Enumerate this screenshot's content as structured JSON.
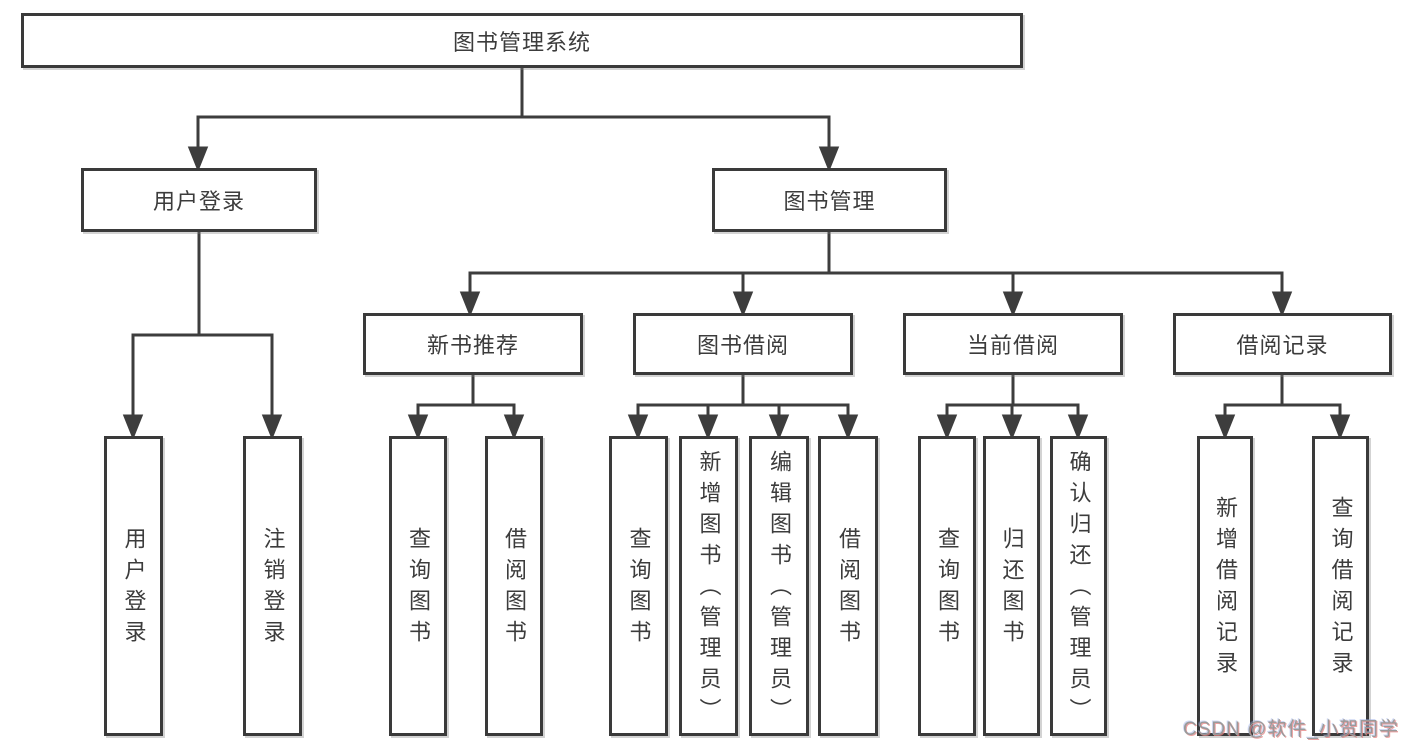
{
  "diagram": {
    "type": "tree",
    "title": "图书管理系统",
    "colors": {
      "border": "#3a3a3a",
      "line": "#3d3d3d",
      "text": "#3c3c3c",
      "background": "#ffffff",
      "watermark_gray": "#9a9a9a"
    },
    "edges": [
      [
        "图书管理系统",
        "用户登录"
      ],
      [
        "图书管理系统",
        "图书管理"
      ],
      [
        "用户登录",
        "用户登录(叶)"
      ],
      [
        "用户登录",
        "注销登录"
      ],
      [
        "图书管理",
        "新书推荐"
      ],
      [
        "图书管理",
        "图书借阅"
      ],
      [
        "图书管理",
        "当前借阅"
      ],
      [
        "图书管理",
        "借阅记录"
      ],
      [
        "新书推荐",
        "查询图书"
      ],
      [
        "新书推荐",
        "借阅图书"
      ],
      [
        "图书借阅",
        "查询图书"
      ],
      [
        "图书借阅",
        "新增图书（管理员）"
      ],
      [
        "图书借阅",
        "编辑图书（管理员）"
      ],
      [
        "图书借阅",
        "借阅图书"
      ],
      [
        "当前借阅",
        "查询图书"
      ],
      [
        "当前借阅",
        "归还图书"
      ],
      [
        "当前借阅",
        "确认归还（管理员）"
      ],
      [
        "借阅记录",
        "新增借阅记录"
      ],
      [
        "借阅记录",
        "查询借阅记录"
      ]
    ]
  },
  "nodes": {
    "root": {
      "label": "图书管理系统"
    },
    "user_login": {
      "label": "用户登录"
    },
    "book_mgmt": {
      "label": "图书管理"
    },
    "new_book_rec": {
      "label": "新书推荐"
    },
    "book_borrow": {
      "label": "图书借阅"
    },
    "current_borrow": {
      "label": "当前借阅"
    },
    "borrow_record": {
      "label": "借阅记录"
    },
    "user_login_leaf": {
      "label": "用户登录"
    },
    "logout_leaf": {
      "label": "注销登录"
    },
    "rec_query_book": {
      "label": "查询图书"
    },
    "rec_borrow_book": {
      "label": "借阅图书"
    },
    "bb_query_book": {
      "label": "查询图书"
    },
    "bb_add_book": {
      "label": "新增图书（管理员）"
    },
    "bb_edit_book": {
      "label": "编辑图书（管理员）"
    },
    "bb_borrow_book": {
      "label": "借阅图书"
    },
    "cb_query_book": {
      "label": "查询图书"
    },
    "cb_return_book": {
      "label": "归还图书"
    },
    "cb_confirm_return": {
      "label": "确认归还（管理员）"
    },
    "br_add_record": {
      "label": "新增借阅记录"
    },
    "br_query_record": {
      "label": "查询借阅记录"
    }
  },
  "watermark": {
    "text": "CSDN @软件_小贺同学"
  }
}
